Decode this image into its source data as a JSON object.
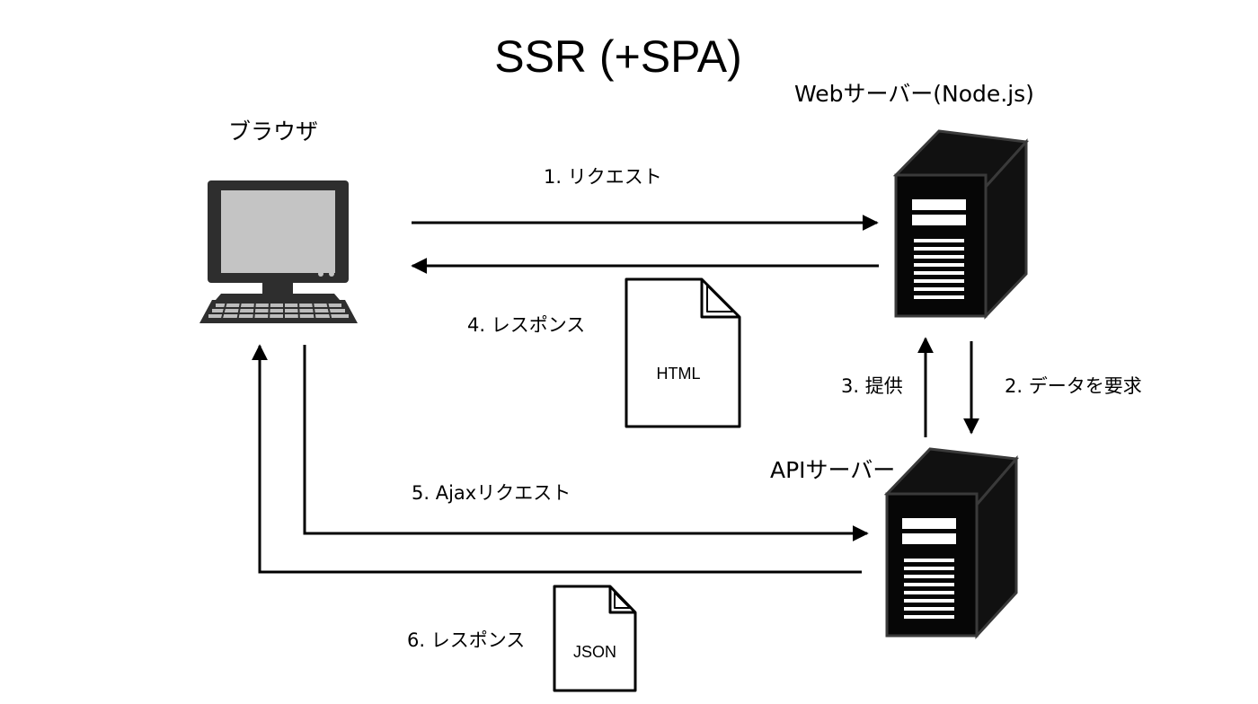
{
  "title": "SSR (+SPA)",
  "nodes": {
    "browser": "ブラウザ",
    "web_server": "Webサーバー(Node.js)",
    "api_server": "APIサーバー"
  },
  "steps": {
    "s1": "1. リクエスト",
    "s2": "2. データを要求",
    "s3": "3. 提供",
    "s4": "4. レスポンス",
    "s5": "5. Ajaxリクエスト",
    "s6": "6. レスポンス"
  },
  "documents": {
    "html": "HTML",
    "json": "JSON"
  },
  "icons": {
    "browser": "computer-monitor-icon",
    "web_server": "server-tower-icon",
    "api_server": "server-tower-icon",
    "html_doc": "document-icon",
    "json_doc": "document-icon"
  },
  "colors": {
    "stroke": "#000000",
    "screen": "#c4c4c4",
    "monitor": "#2e2e2e",
    "server": "#060606"
  }
}
